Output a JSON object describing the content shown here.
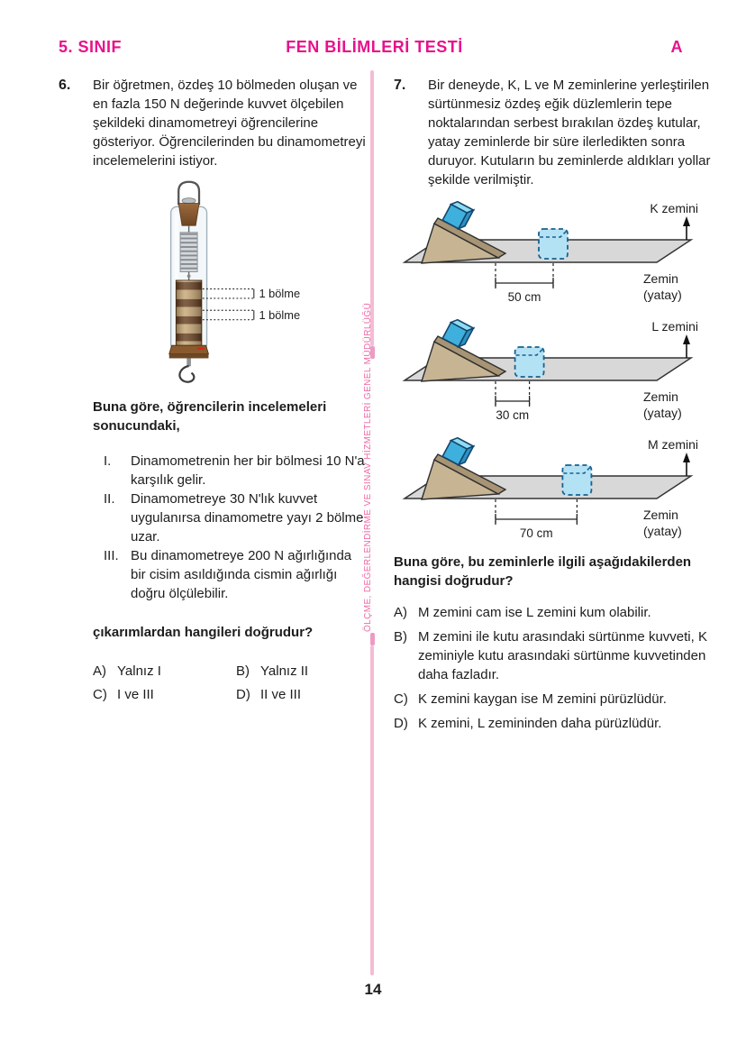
{
  "header": {
    "grade": "5. SINIF",
    "title": "FEN BİLİMLERİ TESTİ",
    "booklet": "A"
  },
  "watermark": "ÖLÇME, DEĞERLENDİRME VE SINAV HİZMETLERİ GENEL MÜDÜRLÜĞÜ",
  "page_number": "14",
  "q6": {
    "number": "6.",
    "text": "Bir öğretmen, özdeş 10 bölmeden oluşan ve en fazla 150 N değerinde kuvvet ölçebilen şekildeki dinamometreyi öğrencilerine gösteriyor. Öğrencilerinden bu dinamometreyi incelemelerini istiyor.",
    "figure": {
      "division_label": "1 bölme"
    },
    "stem_lead": "Buna göre, öğrencilerin incelemeleri sonucundaki,",
    "items": [
      {
        "numeral": "I.",
        "text": "Dinamometrenin her bir bölmesi 10 N'a karşılık gelir."
      },
      {
        "numeral": "II.",
        "text": "Dinamometreye 30 N'lık kuvvet uygulanırsa dinamometre yayı 2 bölme uzar."
      },
      {
        "numeral": "III.",
        "text": "Bu dinamometreye 200 N ağırlığında bir cisim asıldığında cismin ağırlığı doğru ölçülebilir."
      }
    ],
    "stem_question": "çıkarımlardan hangileri doğrudur?",
    "options": [
      {
        "label": "A)",
        "text": "Yalnız I"
      },
      {
        "label": "B)",
        "text": "Yalnız II"
      },
      {
        "label": "C)",
        "text": "I ve III"
      },
      {
        "label": "D)",
        "text": "II ve III"
      }
    ]
  },
  "q7": {
    "number": "7.",
    "text": "Bir deneyde, K, L ve M zeminlerine yerleştirilen sürtünmesiz özdeş eğik düzlemlerin tepe noktalarından serbest bırakılan özdeş kutular, yatay zeminlerde bir süre ilerledikten sonra duruyor. Kutuların bu zeminlerde aldıkları yollar şekilde verilmiştir.",
    "diagrams": [
      {
        "surface_label": "K zemini",
        "distance_cm": 50,
        "distance_label": "50 cm",
        "ground_label_line1": "Zemin",
        "ground_label_line2": "(yatay)"
      },
      {
        "surface_label": "L zemini",
        "distance_cm": 30,
        "distance_label": "30 cm",
        "ground_label_line1": "Zemin",
        "ground_label_line2": "(yatay)"
      },
      {
        "surface_label": "M zemini",
        "distance_cm": 70,
        "distance_label": "70 cm",
        "ground_label_line1": "Zemin",
        "ground_label_line2": "(yatay)"
      }
    ],
    "stem_question": "Buna göre, bu zeminlerle ilgili aşağıdakilerden hangisi doğrudur?",
    "options": [
      {
        "label": "A)",
        "text": "M zemini cam ise L zemini kum olabilir."
      },
      {
        "label": "B)",
        "text": "M zemini ile kutu arasındaki sürtünme kuvveti, K zeminiyle kutu arasındaki sürtünme kuvvetinden daha fazladır."
      },
      {
        "label": "C)",
        "text": "K zemini kaygan ise M zemini pürüzlüdür."
      },
      {
        "label": "D)",
        "text": "K zemini, L zemininden daha pürüzlüdür."
      }
    ]
  },
  "colors": {
    "accent": "#e7128b",
    "divider": "#f4bcd4",
    "watermark": "#ee6ba6",
    "ground": "#d8d8d8",
    "ramp_face": "#c6b493",
    "ramp_top": "#a79474",
    "cube_front": "#3fb0dd",
    "cube_top": "#8edcf3",
    "cube_side": "#2b93c4",
    "dashed_box_fill": "#b4e2f5",
    "dashed_box_stroke": "#17628f",
    "red_marker": "#d6281a"
  }
}
